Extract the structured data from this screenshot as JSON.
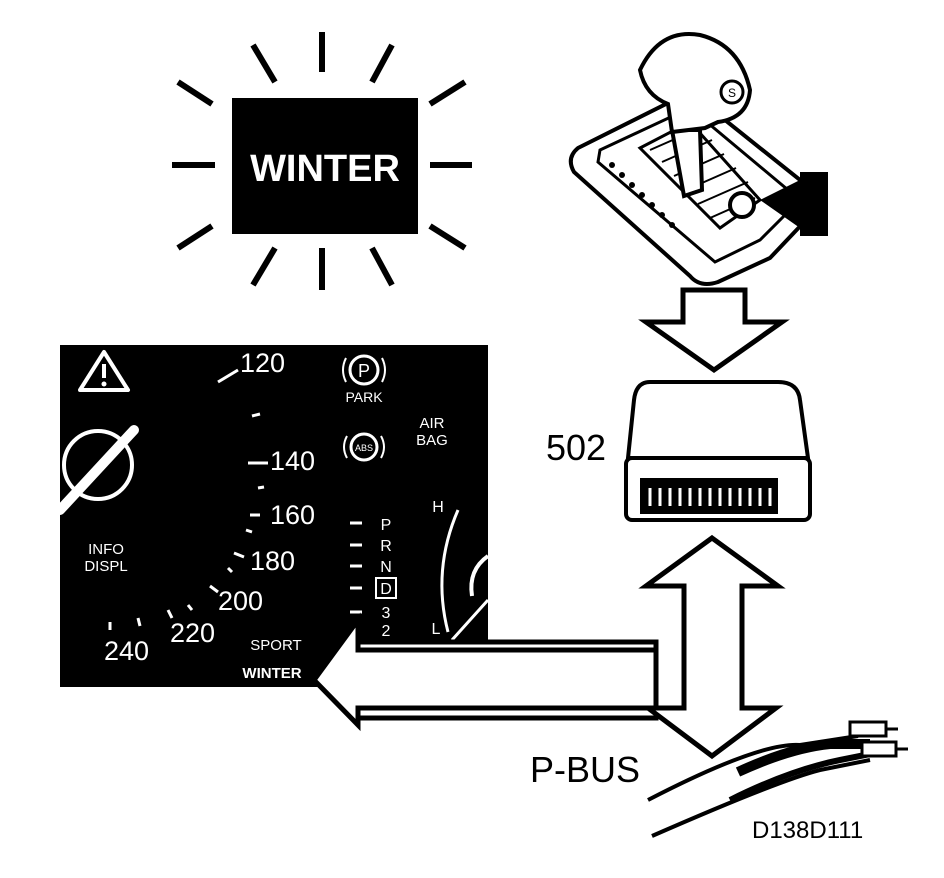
{
  "winter_lamp": {
    "label": "WINTER"
  },
  "cluster": {
    "speed_ticks": [
      "120",
      "140",
      "160",
      "180",
      "200",
      "220",
      "240"
    ],
    "park_symbol": "P",
    "park_label": "PARK",
    "abs_symbol": "ABS",
    "airbag_line1": "AIR",
    "airbag_line2": "BAG",
    "info_line1": "INFO",
    "info_line2": "DISPL",
    "gears": [
      "P",
      "R",
      "N",
      "D",
      "3",
      "2"
    ],
    "selected_gear": "D",
    "temp_high": "H",
    "temp_low": "L",
    "mode_sport": "SPORT",
    "mode_winter": "WINTER"
  },
  "control_module": {
    "label": "502"
  },
  "bus": {
    "label": "P-BUS"
  },
  "figure_id": "D138D111",
  "colors": {
    "ink": "#000000",
    "paper": "#ffffff"
  }
}
